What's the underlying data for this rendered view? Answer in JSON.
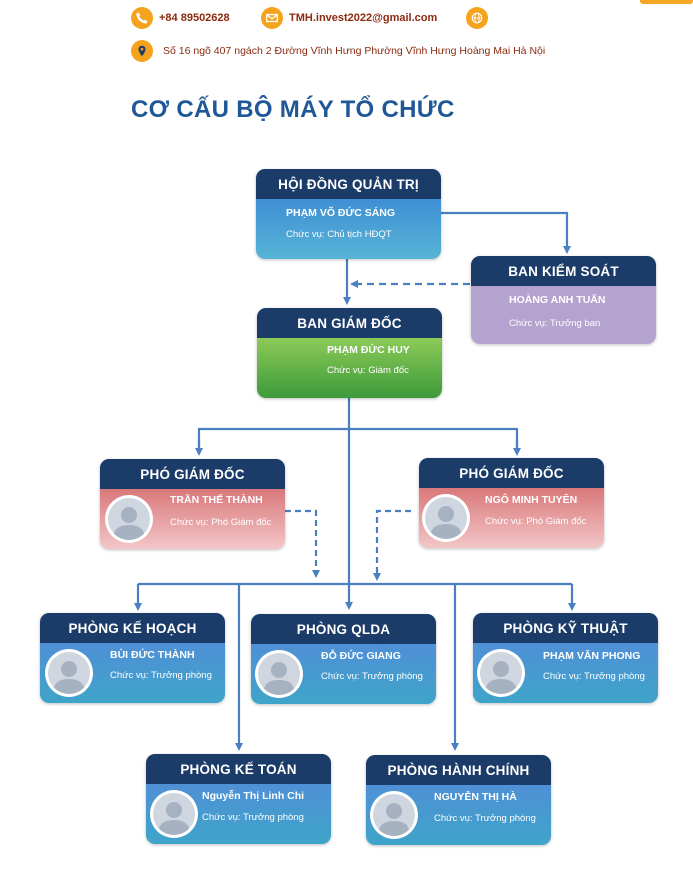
{
  "contact": {
    "phone": "+84 89502628",
    "email": "TMH.invest2022@gmail.com",
    "address": "Số 16 ngõ 407 ngách 2 Đường Vĩnh Hưng Phường Vĩnh Hưng Hoàng Mai Hà Nội",
    "icons": [
      "phone-icon",
      "mail-icon",
      "globe-icon",
      "location-icon"
    ]
  },
  "page": {
    "title": "CƠ CẤU BỘ MÁY TỔ CHỨC"
  },
  "colors": {
    "accent_orange": "#f5a21d",
    "title_blue": "#1f5797",
    "header_navy": "#1b3b68",
    "connector_blue": "#4a7fc1"
  },
  "org": {
    "board": {
      "title": "HỘI ĐỒNG QUẢN TRỊ",
      "name": "PHẠM VÕ ĐỨC SÁNG",
      "role": "Chức vụ: Chủ tịch HĐQT"
    },
    "supervisory": {
      "title": "BAN KIỂM SOÁT",
      "name": "HOÀNG ANH TUẤN",
      "role": "Chức vụ: Trưởng ban"
    },
    "directors": {
      "title": "BAN GIÁM ĐỐC",
      "name": "PHẠM ĐỨC HUY",
      "role": "Chức vụ: Giám đốc"
    },
    "deputy_left": {
      "title": "PHÓ GIÁM ĐỐC",
      "name": "TRẦN THẾ THÀNH",
      "role": "Chức vụ: Phó Giám đốc"
    },
    "deputy_right": {
      "title": "PHÓ GIÁM ĐỐC",
      "name": "NGÔ MINH TUYÊN",
      "role": "Chức vụ: Phó Giám đốc"
    },
    "planning": {
      "title": "PHÒNG KẾ HOẠCH",
      "name": "BÙI ĐỨC THÀNH",
      "role": "Chức vụ: Trưởng phòng"
    },
    "qlda": {
      "title": "PHÒNG QLDA",
      "name": "ĐỖ ĐỨC GIANG",
      "role": "Chức vụ: Trưởng phòng"
    },
    "technical": {
      "title": "PHÒNG KỸ THUẬT",
      "name": "PHẠM VĂN PHONG",
      "role": "Chức vụ: Trưởng phòng"
    },
    "accounting": {
      "title": "PHÒNG KẾ TOÁN",
      "name": "Nguyễn Thị Linh Chi",
      "role": "Chức vụ: Trưởng phòng"
    },
    "admin": {
      "title": "PHÒNG HÀNH CHÍNH",
      "name": "NGUYỄN THỊ HÀ",
      "role": "Chức vụ: Trưởng phòng"
    }
  }
}
